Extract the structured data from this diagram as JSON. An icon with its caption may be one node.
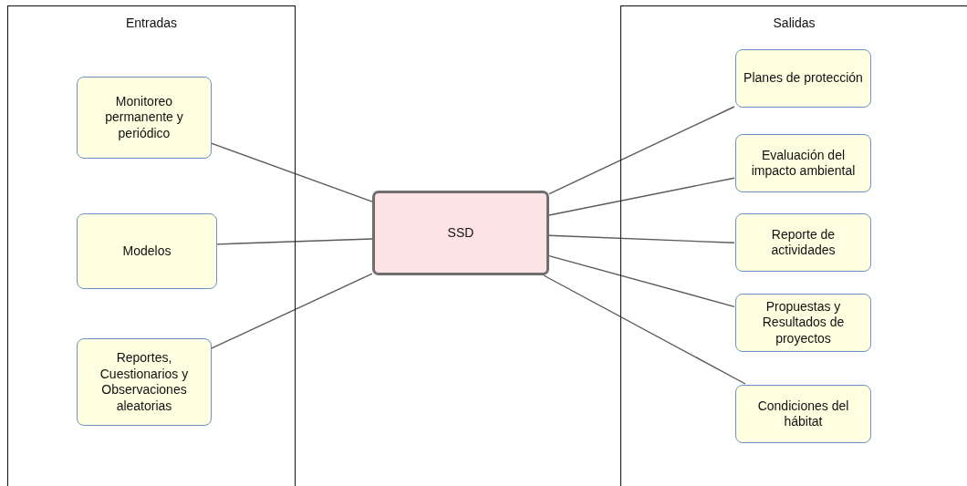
{
  "diagram": {
    "nodes": [
      {
        "text": [
          "Entradas"
        ]
      },
      {
        "text": [
          "Monitoreo permanente y periódico"
        ],
        "in": 0
      },
      {
        "text": [
          "Modelos"
        ],
        "in": 0
      },
      {
        "text": [
          "Reportes, Cuestionarios y Observaciones aleatorias"
        ],
        "in": 0
      },
      {
        "text": [
          "SSD"
        ]
      },
      {
        "text": [
          "Salidas"
        ]
      },
      {
        "text": [
          "Planes de protección"
        ],
        "in": 5
      },
      {
        "text": [
          "Evaluación del impacto ambiental"
        ],
        "in": 5
      },
      {
        "text": [
          "Reporte de actividades"
        ],
        "in": 5
      },
      {
        "text": [
          "Propuestas y Resultados de proyectos"
        ],
        "in": 5
      },
      {
        "text": [
          "Condiciones del hábitat"
        ],
        "in": 5
      }
    ],
    "edges": [
      {
        "from": 1,
        "to": 4,
        "arrow": "none"
      },
      {
        "from": 2,
        "to": 4,
        "arrow": "none"
      },
      {
        "from": 3,
        "to": 4,
        "arrow": "none"
      },
      {
        "from": 4,
        "to": 6,
        "arrow": "none"
      },
      {
        "from": 4,
        "to": 7,
        "arrow": "none"
      },
      {
        "from": 4,
        "to": 8,
        "arrow": "none"
      },
      {
        "from": 4,
        "to": 9,
        "arrow": "none"
      },
      {
        "from": 4,
        "to": 10,
        "arrow": "none"
      }
    ]
  }
}
